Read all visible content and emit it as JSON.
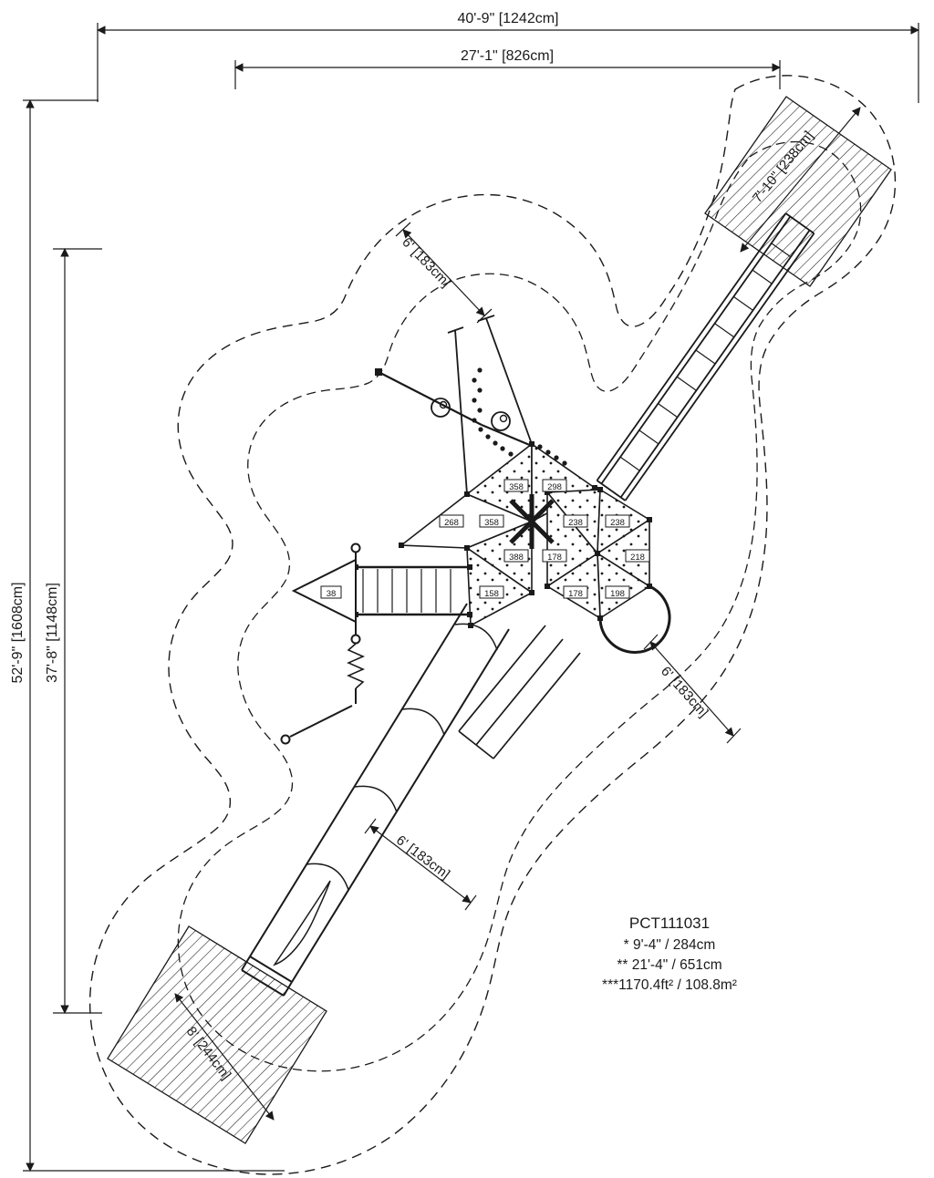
{
  "dimensions": {
    "overall_width": "40'-9\" [1242cm]",
    "inner_width": "27'-1\" [826cm]",
    "overall_depth": "52'-9\" [1608cm]",
    "inner_depth": "37'-8\" [1148cm]",
    "clearance_top": "6' [183cm]",
    "clearance_right": "6' [183cm]",
    "clearance_bottom": "6' [183cm]",
    "exit_zone_upper": "7'-10\" [238cm]",
    "exit_zone_lower": "8' [244cm]"
  },
  "deck_heights": [
    "358",
    "298",
    "268",
    "358",
    "238",
    "238",
    "388",
    "178",
    "218",
    "158",
    "178",
    "198",
    "38"
  ],
  "info_block": {
    "model": "PCT111031",
    "note_single_star": "* 9'-4\" / 284cm",
    "note_double_star": "** 21'-4\" / 651cm",
    "note_triple_star": "***1170.4ft² / 108.8m²"
  },
  "colors": {
    "ink": "#1a1a1a",
    "background": "#ffffff"
  }
}
